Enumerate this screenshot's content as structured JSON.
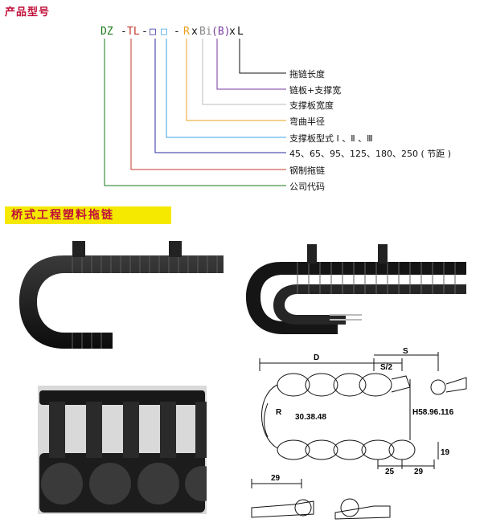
{
  "section_title": "产品型号",
  "model_code": {
    "dz": "DZ",
    "dash1": "-",
    "tl": "TL",
    "dash2": "-",
    "box_a": "□",
    "box_b": "□",
    "dash3": "-",
    "r": "R",
    "x1": "x",
    "bi": "Bi",
    "b": "(B)",
    "x2": "x",
    "l": "L"
  },
  "labels": [
    "拖链长度",
    "链板+支撑宽",
    "支撑板宽度",
    "弯曲半径",
    "支撑板型式 Ⅰ 、Ⅱ 、Ⅲ",
    "45、65、95、125、180、250 ( 节距 )",
    "钢制拖链",
    "公司代码"
  ],
  "colors": {
    "dz": "#1a7a1a",
    "tl": "#c0392b",
    "box_a": "#2a2aa0",
    "box_b": "#3fa0e0",
    "r": "#e8a020",
    "bi": "#aaaaaa",
    "b": "#7a3aa0",
    "l": "#111111"
  },
  "banner_text": "桥式工程塑料拖链",
  "dimensions": {
    "d": "D",
    "s_half": "S/2",
    "s": "S",
    "r_values": "30.38.48",
    "r_label": "R",
    "h_values": "H58.96.116",
    "d19": "19",
    "d25": "25",
    "d29": "29",
    "d29b": "29"
  }
}
